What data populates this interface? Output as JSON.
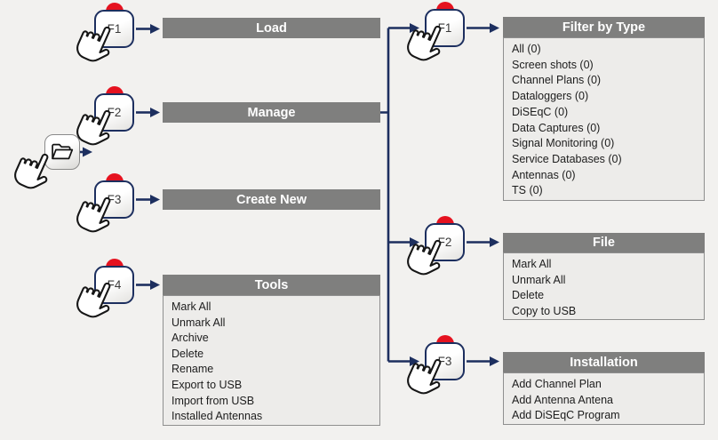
{
  "colors": {
    "navy": "#1d2f5f",
    "red": "#e5121f",
    "header_gray": "#7f7f7e",
    "canvas_bg": "#f2f1ef",
    "box_bg": "#edecea",
    "box_border": "#8f8f8f",
    "item_text": "#1d1d1d",
    "header_text": "#ffffff"
  },
  "source": {
    "icon": "open-folder"
  },
  "left_keys": [
    {
      "label": "F1"
    },
    {
      "label": "F2"
    },
    {
      "label": "F3"
    },
    {
      "label": "F4"
    }
  ],
  "left_menus": {
    "load": {
      "title": "Load"
    },
    "manage": {
      "title": "Manage"
    },
    "create_new": {
      "title": "Create New"
    },
    "tools": {
      "title": "Tools",
      "items": [
        "Mark All",
        "Unmark All",
        "Archive",
        "Delete",
        "Rename",
        "Export to USB",
        "Import from USB",
        "Installed Antennas"
      ]
    }
  },
  "right_keys": [
    {
      "label": "F1"
    },
    {
      "label": "F2"
    },
    {
      "label": "F3"
    }
  ],
  "right_menus": {
    "filter_by_type": {
      "title": "Filter by Type",
      "items": [
        "All (0)",
        "Screen shots (0)",
        "Channel Plans (0)",
        "Dataloggers (0)",
        "DiSEqC (0)",
        "Data Captures (0)",
        "Signal Monitoring (0)",
        "Service Databases (0)",
        "Antennas (0)",
        "TS (0)"
      ]
    },
    "file": {
      "title": "File",
      "items": [
        "Mark All",
        "Unmark All",
        "Delete",
        "Copy to USB"
      ]
    },
    "installation": {
      "title": "Installation",
      "items": [
        "Add Channel Plan",
        "Add Antenna Antena",
        "Add DiSEqC Program"
      ]
    }
  }
}
